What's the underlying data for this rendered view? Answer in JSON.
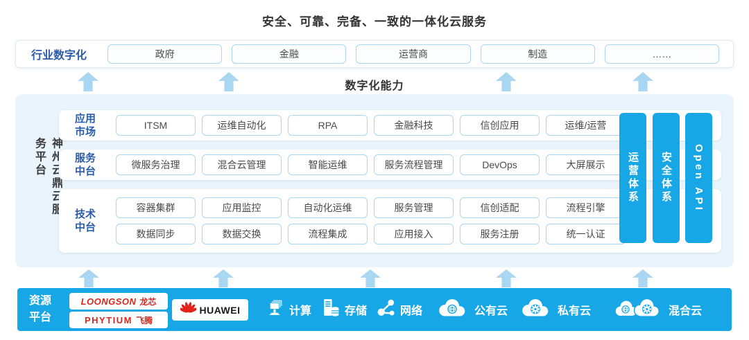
{
  "title": "安全、可靠、完备、一致的一体化云服务",
  "industry": {
    "label": "行业数字化",
    "items": [
      "政府",
      "金融",
      "运营商",
      "制造",
      "……"
    ]
  },
  "capability_label": "数字化能力",
  "platform": {
    "name": "神州云鼎云服务平台",
    "rows": [
      {
        "label": "应用\n市场",
        "lines": [
          [
            "ITSM",
            "运维自动化",
            "RPA",
            "金融科技",
            "信创应用",
            "运维/运营"
          ]
        ]
      },
      {
        "label": "服务\n中台",
        "lines": [
          [
            "微服务治理",
            "混合云管理",
            "智能运维",
            "服务流程管理",
            "DevOps",
            "大屏展示"
          ]
        ]
      },
      {
        "label": "技术\n中台",
        "lines": [
          [
            "容器集群",
            "应用监控",
            "自动化运维",
            "服务管理",
            "信创适配",
            "流程引擎"
          ],
          [
            "数据同步",
            "数据交换",
            "流程集成",
            "应用接入",
            "服务注册",
            "统一认证"
          ]
        ]
      }
    ],
    "side_bars": [
      "运营体系",
      "安全体系",
      "Open API"
    ]
  },
  "resources": {
    "label": "资源\n平台",
    "logos": {
      "loongson_en": "LOONGSON",
      "loongson_zh": "龙芯",
      "phytium_en": "PHYTIUM",
      "phytium_zh": "飞腾",
      "huawei": "HUAWEI"
    },
    "items": [
      "计算",
      "存储",
      "网络",
      "公有云",
      "私有云",
      "混合云"
    ]
  },
  "colors": {
    "cyan": "#18a7e6",
    "panel_bg": "#e9f4fc",
    "arrow": "#a9d6f1",
    "accent_blue_text": "#2a5caa",
    "logo_red": "#d5281f"
  }
}
